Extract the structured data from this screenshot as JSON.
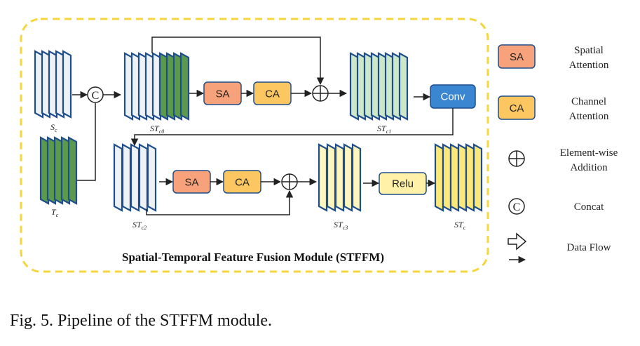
{
  "module": {
    "title": "Spatial-Temporal Feature Fusion Module (STFFM)"
  },
  "ops": {
    "sa": "SA",
    "ca": "CA",
    "conv": "Conv",
    "relu": "Relu",
    "concat_symbol": "C"
  },
  "features": {
    "sc": {
      "base": "S",
      "sub": "c"
    },
    "tc": {
      "base": "T",
      "sub": "c"
    },
    "stc0": {
      "base": "ST",
      "sub": "c0"
    },
    "stc1": {
      "base": "ST",
      "sub": "c1"
    },
    "stc2": {
      "base": "ST",
      "sub": "c2"
    },
    "stc3": {
      "base": "ST",
      "sub": "c3"
    },
    "stc": {
      "base": "ST",
      "sub": "c"
    }
  },
  "legend": {
    "sa_box": "SA",
    "sa_desc": [
      "Spatial",
      "Attention"
    ],
    "ca_box": "CA",
    "ca_desc": [
      "Channel",
      "Attention"
    ],
    "add_desc": [
      "Element-wise",
      "Addition"
    ],
    "concat_symbol": "C",
    "concat_desc": "Concat",
    "flow_desc": "Data Flow"
  },
  "caption": "Fig. 5.  Pipeline of the STFFM module.",
  "colors": {
    "dashed_border": "#f5d63d",
    "sa_fill": "#f7a27a",
    "ca_fill": "#fcc760",
    "conv_fill": "#3b86d0",
    "relu_fill": "#fff2a8",
    "stroke_blue": "#1f4e8c",
    "green": "#5b9a4a",
    "light_green": "#cde8c8",
    "light_yellow": "#fdf6bf",
    "yellow": "#fbe77a",
    "white_sheet": "#eef2f5"
  }
}
